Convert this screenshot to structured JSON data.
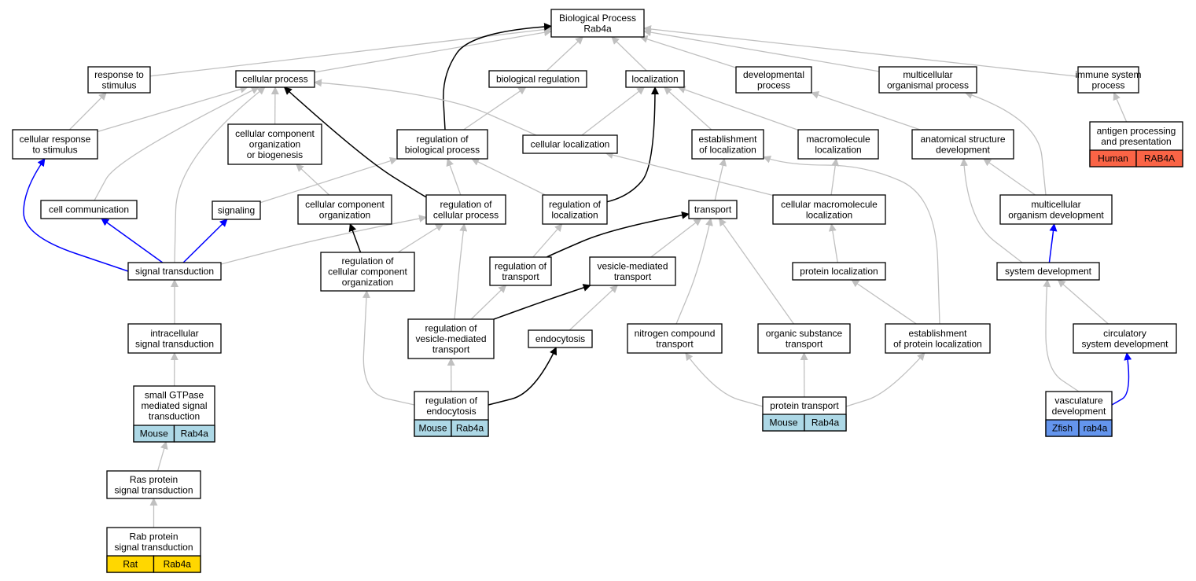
{
  "colors": {
    "edge_gray": "#c0c0c0",
    "edge_black": "#000000",
    "edge_blue": "#0000ff",
    "mouse": "#add8e6",
    "rat": "#ffd700",
    "zfish": "#6495ed",
    "human": "#fa6446"
  },
  "nodes": {
    "bp_root": [
      "Biological Process",
      "Rab4a"
    ],
    "response_to_stimulus": [
      "response to",
      "stimulus"
    ],
    "cellular_process": [
      "cellular process"
    ],
    "biological_regulation": [
      "biological regulation"
    ],
    "localization": [
      "localization"
    ],
    "developmental_process": [
      "developmental",
      "process"
    ],
    "multicellular_organismal_process": [
      "multicellular",
      "organismal process"
    ],
    "immune_system_process": [
      "immune system",
      "process"
    ],
    "cellular_response_to_stimulus": [
      "cellular response",
      "to stimulus"
    ],
    "cellular_component_org_biogenesis": [
      "cellular component",
      "organization",
      "or biogenesis"
    ],
    "regulation_of_biological_process": [
      "regulation of",
      "biological process"
    ],
    "cellular_localization": [
      "cellular localization"
    ],
    "establishment_of_localization": [
      "establishment",
      "of localization"
    ],
    "macromolecule_localization": [
      "macromolecule",
      "localization"
    ],
    "anatomical_structure_development": [
      "anatomical structure",
      "development"
    ],
    "antigen_processing": [
      "antigen processing",
      "and presentation"
    ],
    "cell_communication": [
      "cell communication"
    ],
    "signaling": [
      "signaling"
    ],
    "cellular_component_organization": [
      "cellular component",
      "organization"
    ],
    "regulation_of_cellular_process": [
      "regulation of",
      "cellular process"
    ],
    "regulation_of_localization": [
      "regulation of",
      "localization"
    ],
    "transport": [
      "transport"
    ],
    "cellular_macromolecule_localization": [
      "cellular macromolecule",
      "localization"
    ],
    "multicellular_organism_development": [
      "multicellular",
      "organism development"
    ],
    "signal_transduction": [
      "signal transduction"
    ],
    "regulation_of_ccorg": [
      "regulation of",
      "cellular component",
      "organization"
    ],
    "regulation_of_transport": [
      "regulation of",
      "transport"
    ],
    "vesicle_mediated_transport": [
      "vesicle-mediated",
      "transport"
    ],
    "protein_localization": [
      "protein localization"
    ],
    "system_development": [
      "system development"
    ],
    "intracellular_signal_transduction": [
      "intracellular",
      "signal transduction"
    ],
    "regulation_of_vesicle_mediated_transport": [
      "regulation of",
      "vesicle-mediated",
      "transport"
    ],
    "endocytosis": [
      "endocytosis"
    ],
    "nitrogen_compound_transport": [
      "nitrogen compound",
      "transport"
    ],
    "organic_substance_transport": [
      "organic substance",
      "transport"
    ],
    "establishment_of_protein_localization": [
      "establishment",
      "of protein localization"
    ],
    "circulatory_system_development": [
      "circulatory",
      "system development"
    ],
    "small_gtpase": [
      "small GTPase",
      "mediated signal",
      "transduction"
    ],
    "regulation_of_endocytosis": [
      "regulation of",
      "endocytosis"
    ],
    "protein_transport": [
      "protein transport"
    ],
    "vasculature_development": [
      "vasculature",
      "development"
    ],
    "ras_protein": [
      "Ras protein",
      "signal transduction"
    ],
    "rab_protein": [
      "Rab protein",
      "signal transduction"
    ]
  },
  "annotations": {
    "antigen_processing": {
      "species": "Human",
      "gene": "RAB4A",
      "color": "#fa6446"
    },
    "small_gtpase": {
      "species": "Mouse",
      "gene": "Rab4a",
      "color": "#add8e6"
    },
    "regulation_of_endocytosis": {
      "species": "Mouse",
      "gene": "Rab4a",
      "color": "#add8e6"
    },
    "protein_transport": {
      "species": "Mouse",
      "gene": "Rab4a",
      "color": "#add8e6"
    },
    "vasculature_development": {
      "species": "Zfish",
      "gene": "rab4a",
      "color": "#6495ed"
    },
    "rab_protein": {
      "species": "Rat",
      "gene": "Rab4a",
      "color": "#ffd700"
    }
  }
}
